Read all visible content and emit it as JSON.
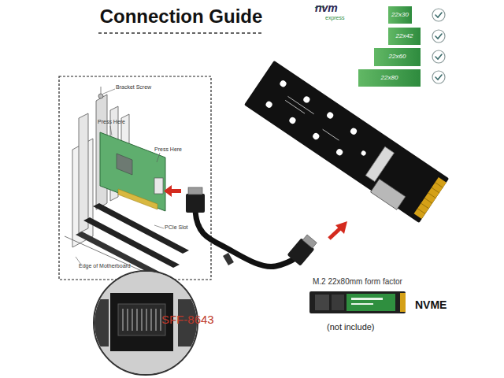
{
  "diagram": {
    "title": "Connection Guide",
    "nodes": [
      {
        "text": [
          "22x30"
        ]
      },
      {
        "text": [
          "22x42"
        ]
      },
      {
        "text": [
          "22x60"
        ]
      },
      {
        "text": [
          "22x80"
        ]
      },
      {
        "text": [
          "M.2 22x80mm form factor",
          "NVME",
          "(not include)"
        ]
      }
    ],
    "labels": [
      "nvm",
      "express",
      "Bracket Screw",
      "Press Here",
      "Press Here",
      "PCIe Slot",
      "Edge of Motherboard",
      "SFF-8643"
    ]
  }
}
